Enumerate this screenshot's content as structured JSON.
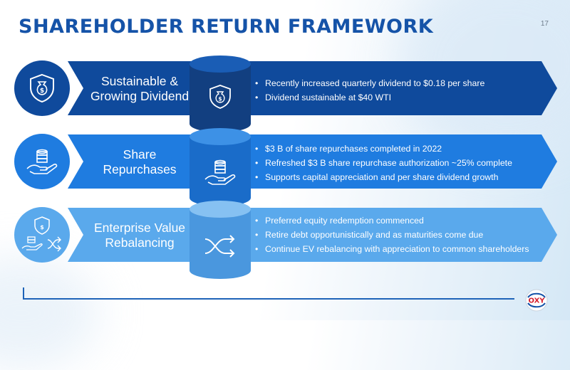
{
  "title": "SHAREHOLDER RETURN FRAMEWORK",
  "page_number": "17",
  "colors": {
    "dark": "#0f4a9c",
    "mid": "#1f7ce0",
    "light": "#5aa9ec",
    "title": "#1553a8"
  },
  "rows": [
    {
      "label_line1": "Sustainable &",
      "label_line2": "Growing Dividend",
      "icon": "money-bag-shield-icon",
      "bullets": [
        "Recently increased quarterly dividend to $0.18 per share",
        "Dividend sustainable at $40 WTI"
      ]
    },
    {
      "label_line1": "Share",
      "label_line2": "Repurchases",
      "icon": "hand-coins-icon",
      "bullets": [
        "$3 B of share repurchases completed in 2022",
        "Refreshed $3 B share repurchase authorization ~25% complete",
        "Supports capital appreciation and per share dividend growth"
      ]
    },
    {
      "label_line1": "Enterprise Value",
      "label_line2": "Rebalancing",
      "icon": "shuffle-arrows-icon",
      "bullets": [
        "Preferred equity redemption commenced",
        "Retire debt opportunistically and as maturities come due",
        "Continue EV rebalancing with appreciation to common shareholders"
      ]
    }
  ],
  "logo_text": "OXY"
}
